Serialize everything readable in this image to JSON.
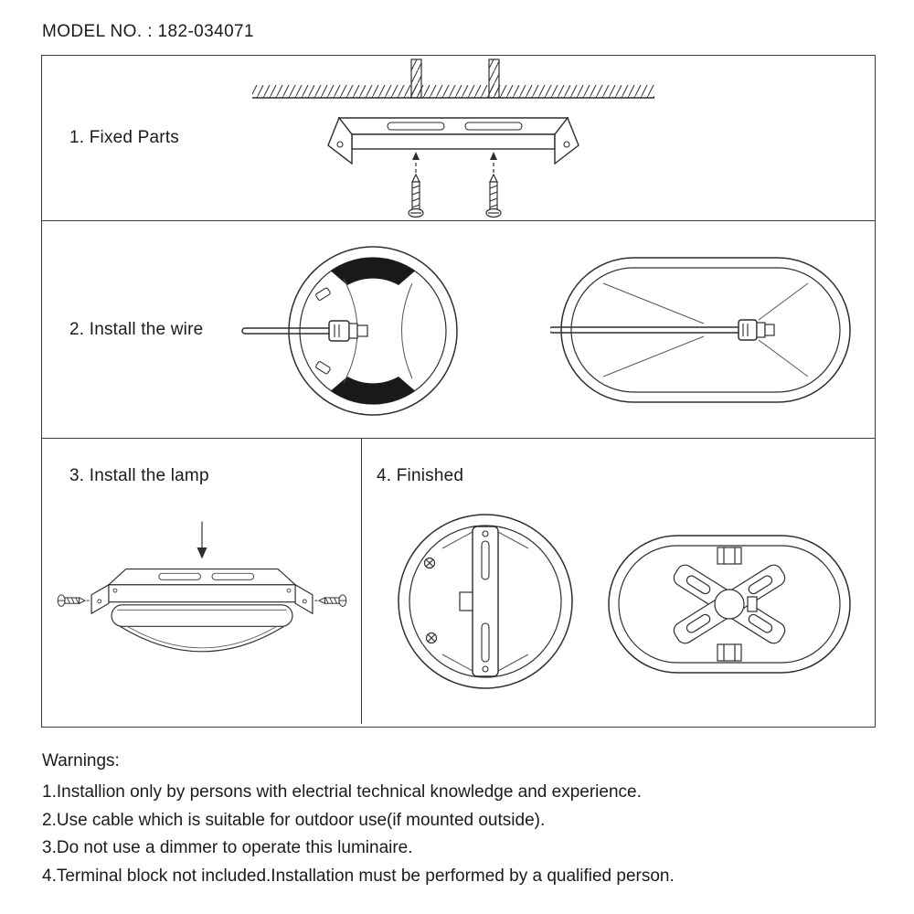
{
  "page": {
    "model_no": "MODEL NO. : 182-034071"
  },
  "steps": {
    "step1": {
      "label": "1. Fixed Parts",
      "diagram": "ceiling-bracket-with-mounting-screws"
    },
    "step2": {
      "label": "2. Install the wire",
      "diagrams": [
        "round-bulkhead-base-with-wire",
        "oval-bulkhead-base-with-wire"
      ]
    },
    "step3": {
      "label": "3. Install the lamp",
      "diagram": "lamp-body-with-side-screws-and-diffuser"
    },
    "step4": {
      "label": "4. Finished",
      "diagrams": [
        "round-bulkhead-finished-back",
        "oval-bulkhead-finished-back"
      ]
    }
  },
  "warnings": {
    "title": "Warnings:",
    "items": [
      "1.Installion only by persons with electrial technical knowledge and experience.",
      "2.Use cable which is suitable for outdoor use(if mounted outside).",
      "3.Do not use a dimmer to operate this luminaire.",
      "4.Terminal block not included.Installation must be performed by a qualified person."
    ]
  },
  "colors": {
    "ink": "#1b1b1b",
    "line": "#2e2e2e",
    "border": "#3c3c3c"
  }
}
